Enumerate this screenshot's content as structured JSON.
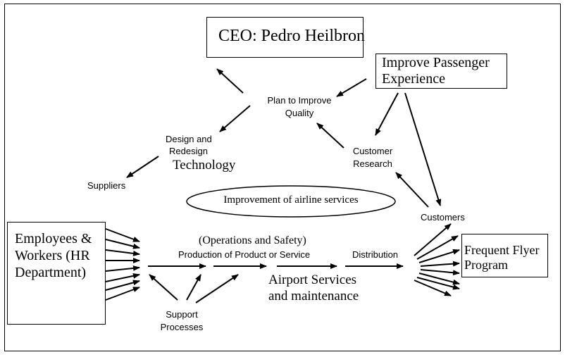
{
  "ceo_box": {
    "text": "CEO: Pedro Heilbron"
  },
  "improve_box": {
    "line1": "Improve Passenger",
    "line2": "Experience"
  },
  "plan": {
    "line1": "Plan to Improve",
    "line2": "Quality"
  },
  "design": {
    "line1": "Design and",
    "line2": "Redesign",
    "line3": "Technology"
  },
  "suppliers": "Suppliers",
  "customer_research": {
    "line1": "Customer",
    "line2": "Research"
  },
  "ellipse": "Improvement of airline services",
  "customers": "Customers",
  "employees_box": {
    "line1": "Employees &",
    "line2": "Workers (HR",
    "line3": "Department)"
  },
  "operations": "(Operations and Safety)",
  "production": "Production of Product or Service",
  "distribution": "Distribution",
  "airport": {
    "line1": "Airport Services",
    "line2": "and maintenance"
  },
  "support": {
    "line1": "Support",
    "line2": "Processes"
  },
  "ffp_box": {
    "line1": "Frequent Flyer",
    "line2": "Program"
  }
}
